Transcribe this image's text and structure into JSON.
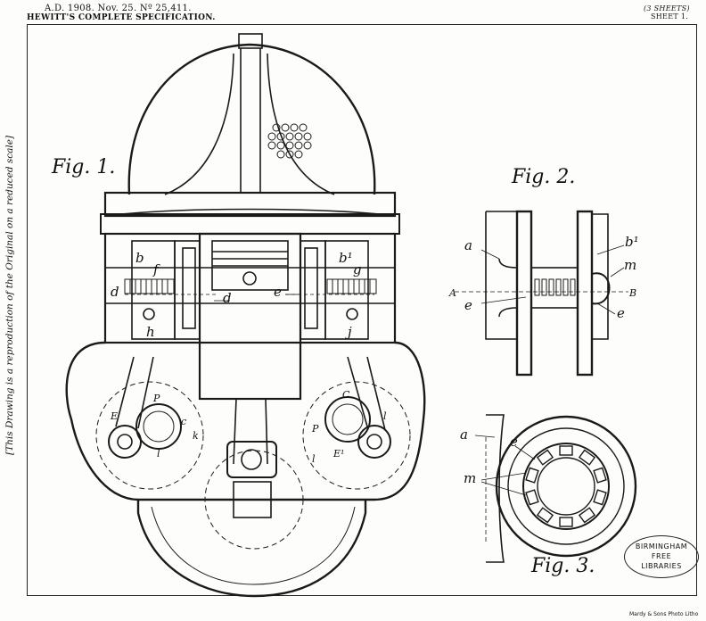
{
  "header": {
    "patent_line": "A.D. 1908. Nov. 25. Nº 25,411.",
    "title": "HEWITT'S COMPLETE SPECIFICATION.",
    "sheets": "(3 SHEETS)",
    "sheet_no": "SHEET 1."
  },
  "side_note": "[This Drawing is a reproduction of the Original on a reduced scale]",
  "figures": {
    "fig1": "Fig. 1.",
    "fig2": "Fig. 2.",
    "fig3": "Fig. 3."
  },
  "fig1_labels": {
    "b": "b",
    "f": "f",
    "d_left": "d",
    "d_center": "d",
    "e": "e",
    "b1": "b¹",
    "g": "g",
    "h": "h",
    "j": "j",
    "E_left": "E",
    "P_left": "P",
    "c_left": "c",
    "k": "k",
    "l_left": "l",
    "C_right": "C",
    "P_right": "P",
    "l_right": "l",
    "E1": "E¹",
    "l_far": "l"
  },
  "fig2_labels": {
    "a": "a",
    "b1": "b¹",
    "m": "m",
    "A": "A",
    "B": "B",
    "e_left": "e",
    "e_right": "e"
  },
  "fig3_labels": {
    "a": "a",
    "e": "e",
    "m": "m"
  },
  "stamp": {
    "line1": "BIRMINGHAM",
    "line2": "FREE",
    "line3": "LIBRARIES"
  },
  "footer": "Mardy & Sons Photo Litho"
}
